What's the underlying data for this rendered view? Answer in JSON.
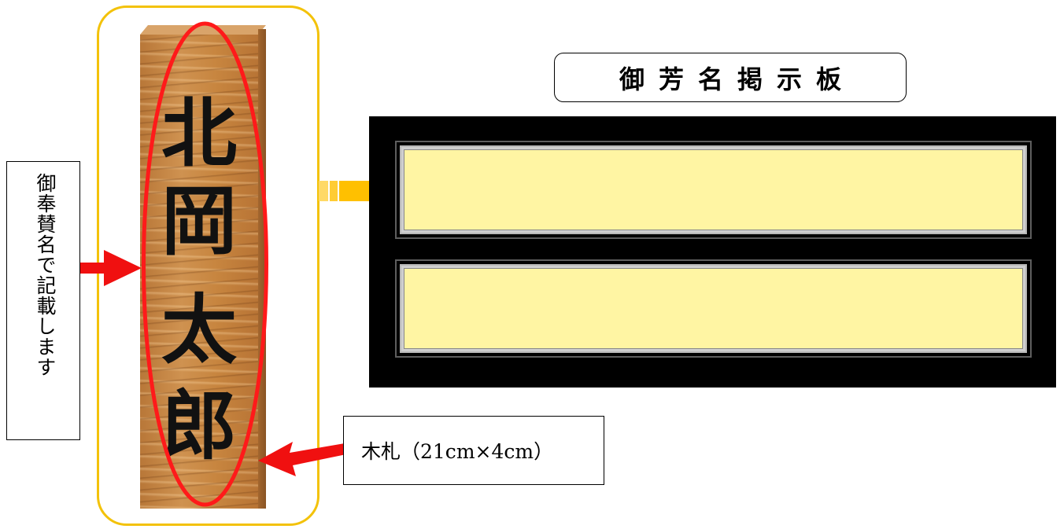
{
  "left_caption": {
    "text": "御奉賛名で記載します"
  },
  "plaque": {
    "chars": [
      "北",
      "岡",
      "太",
      "郎"
    ],
    "wood_color": "#c98b46"
  },
  "board": {
    "title": "御芳名掲示板",
    "slot_count": 2,
    "slot_fill_color": "#fff5a3"
  },
  "size_label": {
    "text": "木札（21cm×4cm）"
  },
  "colors": {
    "highlight_ellipse": "#ff1a1a",
    "frame": "#f3c20a",
    "arrow_red": "#f01010",
    "arrow_orange": "#ffc000",
    "board": "#000000"
  }
}
